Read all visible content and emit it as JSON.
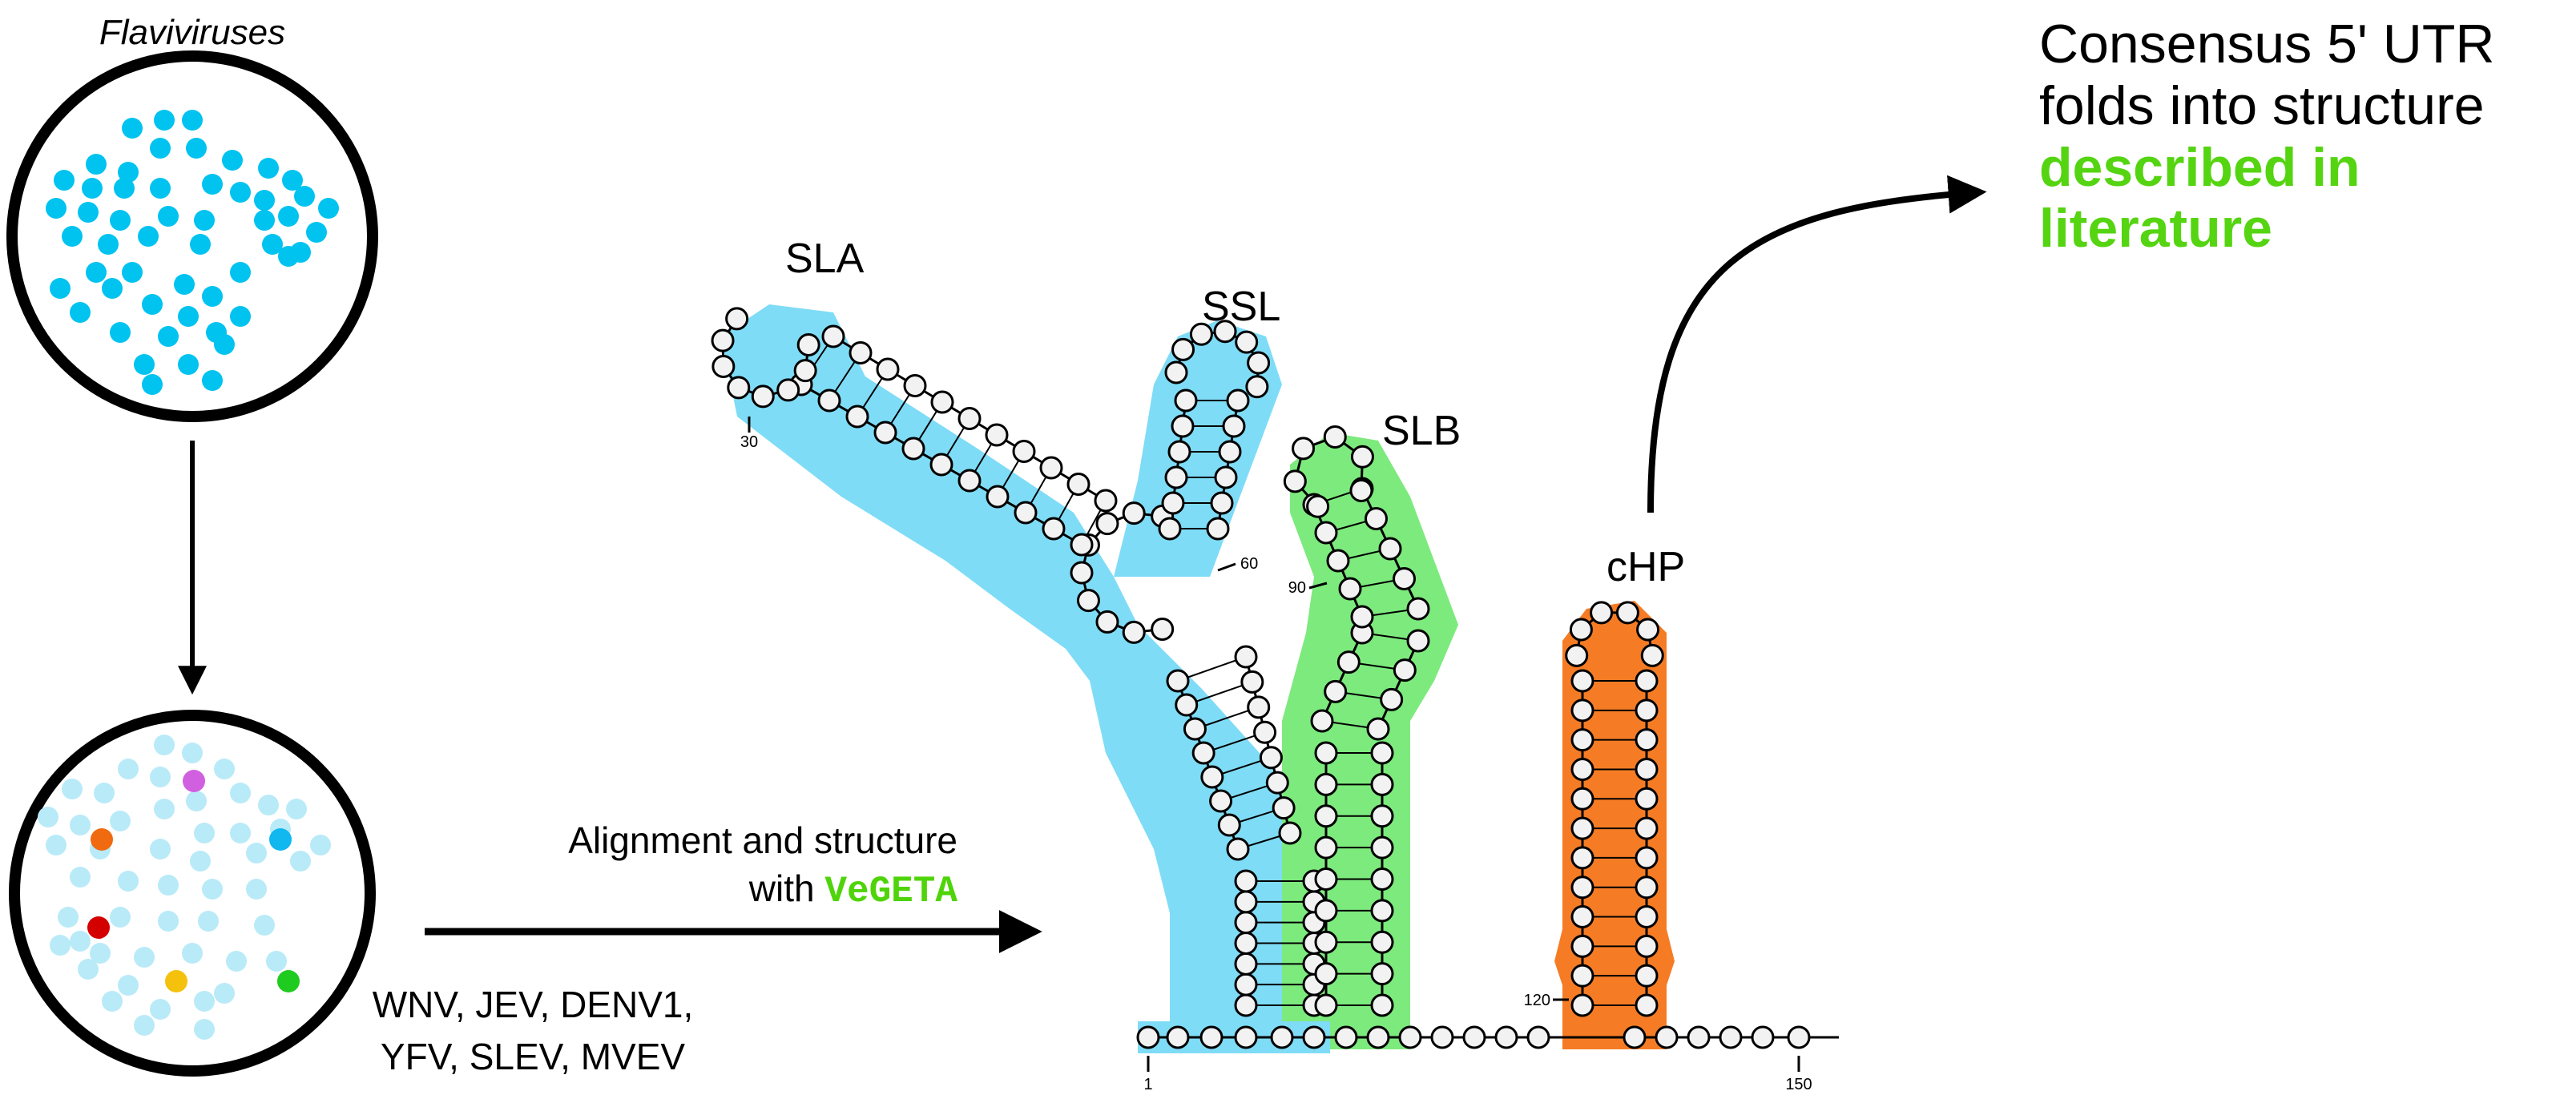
{
  "top_circle": {
    "label": "Flaviviruses",
    "dot_color": "#00c3f0"
  },
  "bottom_circle": {
    "pale_dot_color": "#b9eaf8",
    "highlight_dots": [
      "#d060e0",
      "#f06a10",
      "#11b7ef",
      "#d40000",
      "#f4c20d",
      "#1ecb1e"
    ],
    "virus_list_line1": "WNV, JEV, DENV1,",
    "virus_list_line2": "YFV, SLEV, MVEV"
  },
  "pipeline": {
    "label_line1": "Alignment and structure",
    "label_prefix": "with ",
    "tool_name": "VeGETA",
    "tool_color": "#4fd40a"
  },
  "structure": {
    "stems": [
      {
        "name": "SLA",
        "color": "#7fdcf6"
      },
      {
        "name": "SSL",
        "color": "#7fdcf6"
      },
      {
        "name": "SLB",
        "color": "#7dea7d"
      },
      {
        "name": "cHP",
        "color": "#f57c25"
      }
    ],
    "position_labels": [
      "30",
      "60",
      "90",
      "120",
      "1",
      "150"
    ]
  },
  "conclusion": {
    "line1": "Consensus 5' UTR",
    "line2": "folds into structure",
    "highlight_line1": "described in",
    "highlight_line2": "literature",
    "highlight_color": "#55d411"
  }
}
